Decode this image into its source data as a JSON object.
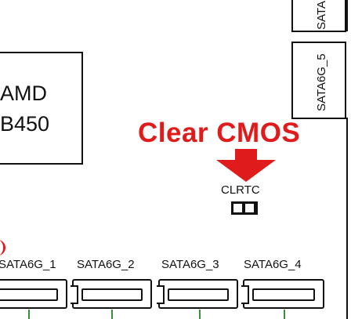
{
  "chipset": {
    "vendor": "AMD",
    "model": "B450"
  },
  "vertical_connectors": [
    {
      "label": "SATA"
    },
    {
      "label": "SATA6G_5"
    }
  ],
  "annotation": {
    "text": "Clear CMOS",
    "color": "#e01b1b",
    "icon": "arrow-down-icon"
  },
  "jumper": {
    "label": "CLRTC"
  },
  "bottom_connectors": [
    {
      "label": "SATA6G_1"
    },
    {
      "label": "SATA6G_2"
    },
    {
      "label": "SATA6G_3"
    },
    {
      "label": "SATA6G_4"
    }
  ],
  "colors": {
    "outline": "#111111",
    "trace": "#3a8f3a",
    "accent": "#e01b1b"
  }
}
